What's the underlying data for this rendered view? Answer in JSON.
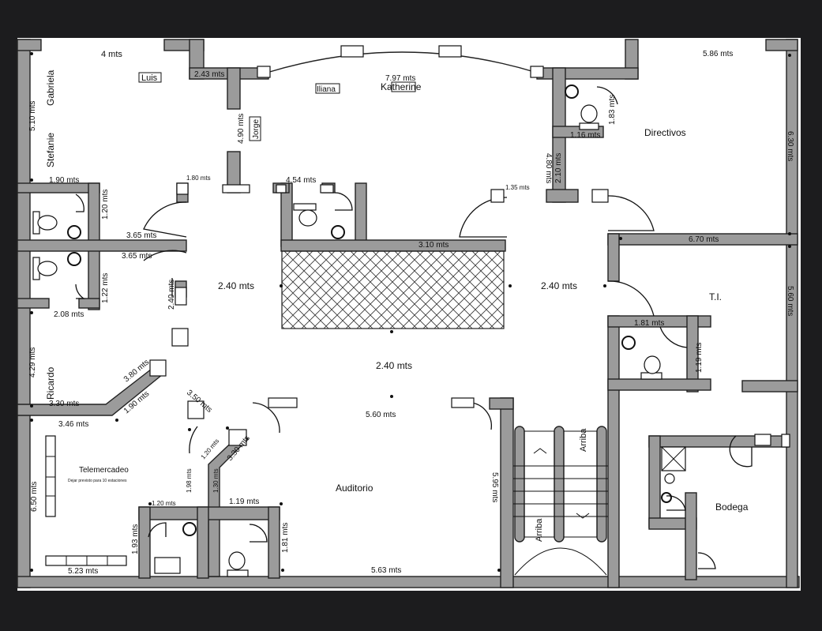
{
  "rooms": {
    "directivos": "Directivos",
    "ti": "T.I.",
    "bodega": "Bodega",
    "auditorio": "Auditorio",
    "telemercadeo": "Telemercadeo",
    "telemercadeo_note": "Dejar previsto para 10 estaciones"
  },
  "people": {
    "luis": "Luis",
    "gabriela": "Gabriela",
    "stefanie": "Stefanie",
    "iliana": "Iliana",
    "katherine": "Katherine",
    "jorge": "Jorge",
    "ricardo": "Ricardo"
  },
  "stairs": {
    "arriba_left": "Arriba",
    "arriba_right": "Arriba"
  },
  "dimensions": {
    "top_left_4": "4 mts",
    "top_left_243": "2.43 mts",
    "top_797": "7.97 mts",
    "top_right_586": "5.86 mts",
    "left_510": "5.10 mts",
    "v_490": "4.90 mts",
    "left_190": "1.90 mts",
    "left_120": "1.20 mts",
    "center_180": "1.80 mts",
    "center_454": "4.54 mts",
    "center_135": "1.35 mts",
    "v_480": "4.80 mts",
    "v_210": "2.10 mts",
    "dir_116": "1.16 mts",
    "dir_183": "1.83 mts",
    "right_630": "6.30 mts",
    "right_670": "6.70 mts",
    "left_365a": "3.65 mts",
    "left_365b": "3.65 mts",
    "center_310": "3.10 mts",
    "left_122": "1.22 mts",
    "hall_240_left": "2.40 mts",
    "hall_240_right": "2.40 mts",
    "hall_240_center": "2.40 mts",
    "v_240": "2.40 mts",
    "right_560": "5.60 mts",
    "left_208": "2.08 mts",
    "ti_181": "1.81 mts",
    "ti_119": "1.19 mts",
    "left_429": "4.29 mts",
    "diag_380": "3.80 mts",
    "left_330": "3.30 mts",
    "diag_190": "1.90 mts",
    "diag_350": "3.50 mts",
    "center_560": "5.60 mts",
    "left_346": "3.46 mts",
    "diag_330": "3.30 mts",
    "diag_120": "1.20 mts",
    "v_595": "5.95 mts",
    "left_650": "6.50 mts",
    "v_198": "1.98 mts",
    "v_130": "1.30 mts",
    "bath_120": "1.20 mts",
    "bath_119": "1.19 mts",
    "v_193": "1.93 mts",
    "v_181": "1.81 mts",
    "bottom_523": "5.23 mts",
    "bottom_563": "5.63 mts"
  },
  "colors": {
    "wall": "#9b9b9b",
    "background": "#1c1c1e",
    "sheet": "#ffffff"
  }
}
